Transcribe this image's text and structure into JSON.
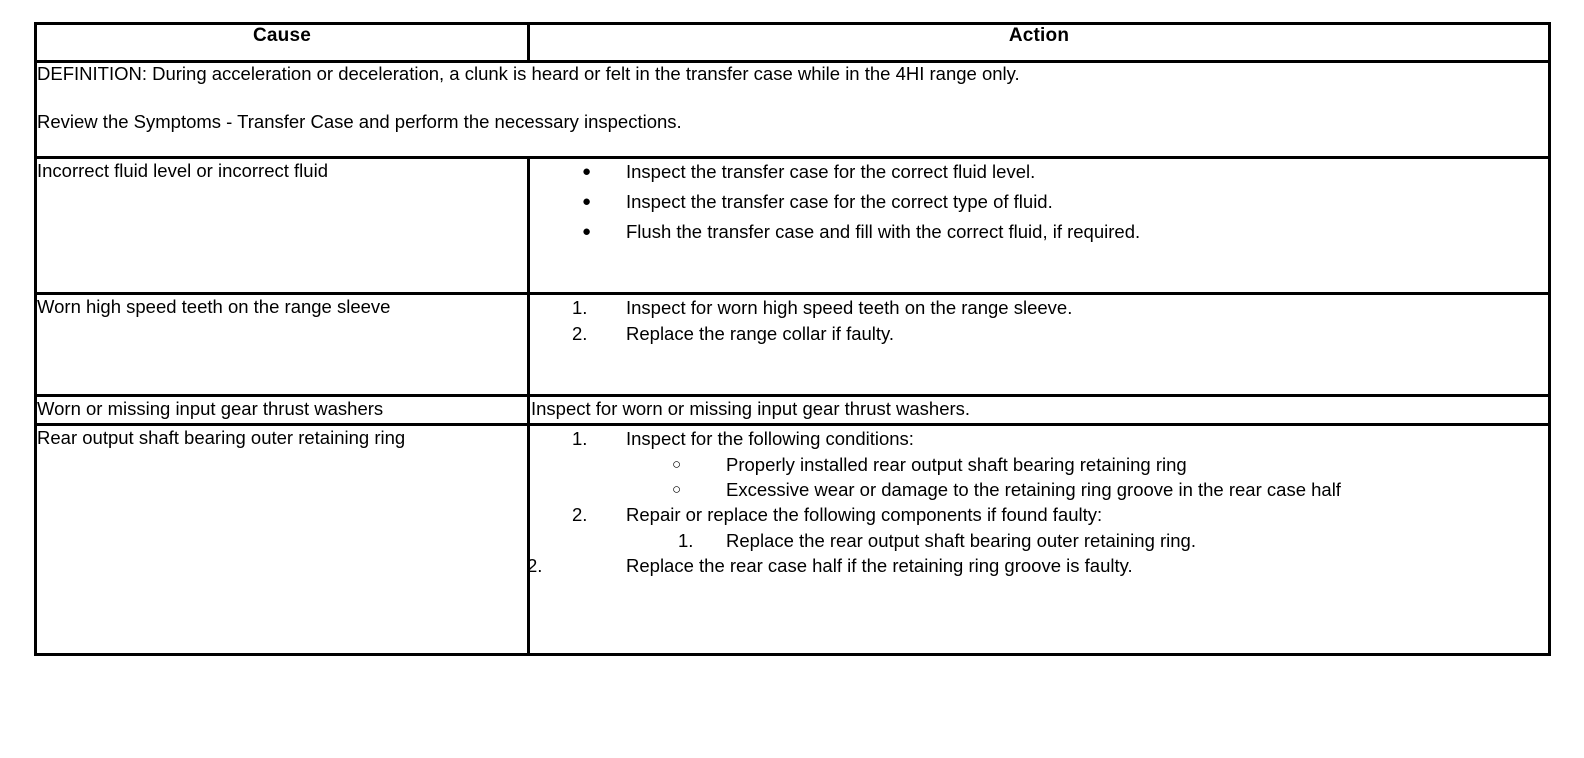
{
  "table": {
    "headers": {
      "cause": "Cause",
      "action": "Action"
    },
    "definition": {
      "line1": "DEFINITION: During acceleration or deceleration, a clunk is heard or felt in the transfer case while in the 4HI range only.",
      "line2": "Review the Symptoms - Transfer Case and perform the necessary inspections."
    },
    "rows": [
      {
        "cause": "Incorrect fluid level or incorrect fluid",
        "marker_type": "bullet",
        "bullet_glyph": "●",
        "items": [
          "Inspect the transfer case for the correct fluid level.",
          "Inspect the transfer case for the correct type of fluid.",
          "Flush the transfer case and fill with the correct fluid, if required."
        ]
      },
      {
        "cause": "Worn high speed teeth on the range sleeve",
        "marker_type": "decimal",
        "items": [
          {
            "marker": "1.",
            "text": "Inspect for worn high speed teeth on the range sleeve."
          },
          {
            "marker": "2.",
            "text": "Replace the range collar if faulty."
          }
        ]
      },
      {
        "cause": "Worn or missing input gear thrust washers",
        "marker_type": "plain",
        "text": "Inspect for worn or missing input gear thrust washers."
      },
      {
        "cause": "Rear output shaft bearing outer retaining ring",
        "marker_type": "mixed",
        "step1": {
          "marker": "1.",
          "text": "Inspect for the following conditions:",
          "sub_glyph": "○",
          "sub_items": [
            "Properly installed rear output shaft bearing retaining ring",
            "Excessive wear or damage to the retaining ring groove in the rear case half"
          ]
        },
        "step2": {
          "marker": "2.",
          "text": "Repair or replace the following components if found faulty:",
          "sub_items": [
            {
              "marker": "1.",
              "text": "Replace the rear output shaft bearing outer retaining ring."
            }
          ]
        },
        "step3": {
          "marker": "2.",
          "text": "Replace the rear case half if the retaining ring groove is faulty."
        }
      }
    ]
  }
}
